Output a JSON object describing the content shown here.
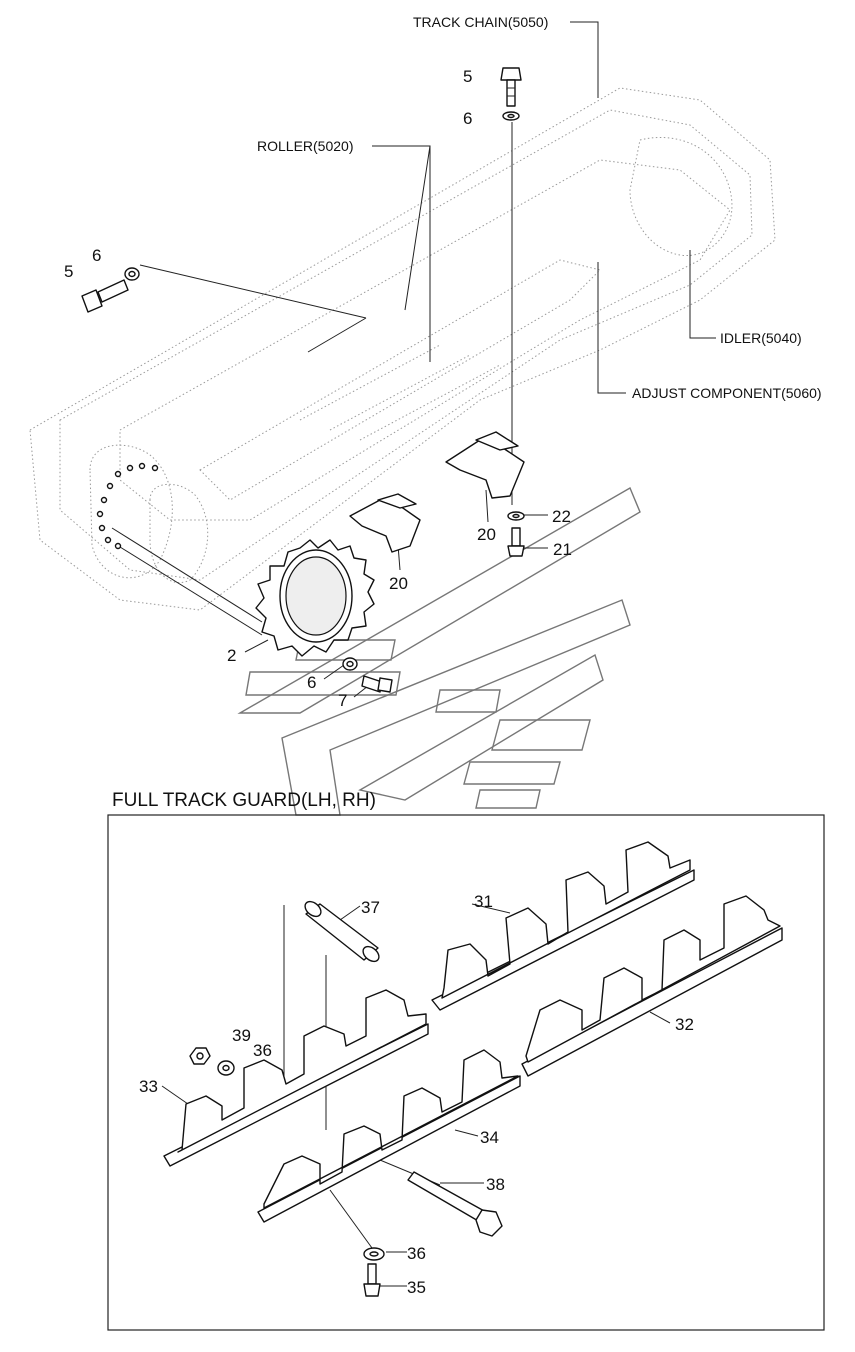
{
  "labels": {
    "track_chain": "TRACK CHAIN(5050)",
    "roller": "ROLLER(5020)",
    "idler": "IDLER(5040)",
    "adjust_component": "ADJUST COMPONENT(5060)",
    "full_track_guard": "FULL TRACK GUARD(LH, RH)"
  },
  "callouts": {
    "bolt_top": "5",
    "washer_top": "6",
    "washer_left": "6",
    "bolt_left": "5",
    "washer_22": "22",
    "bolt_21": "21",
    "guard_20a": "20",
    "guard_20b": "20",
    "sprocket_2": "2",
    "washer_6b": "6",
    "bolt_7": "7",
    "pin_37": "37",
    "guard_31": "31",
    "nut_39": "39",
    "washer_36a": "36",
    "guard_33": "33",
    "guard_32": "32",
    "guard_34": "34",
    "bolt_38": "38",
    "washer_36b": "36",
    "bolt_35": "35"
  }
}
